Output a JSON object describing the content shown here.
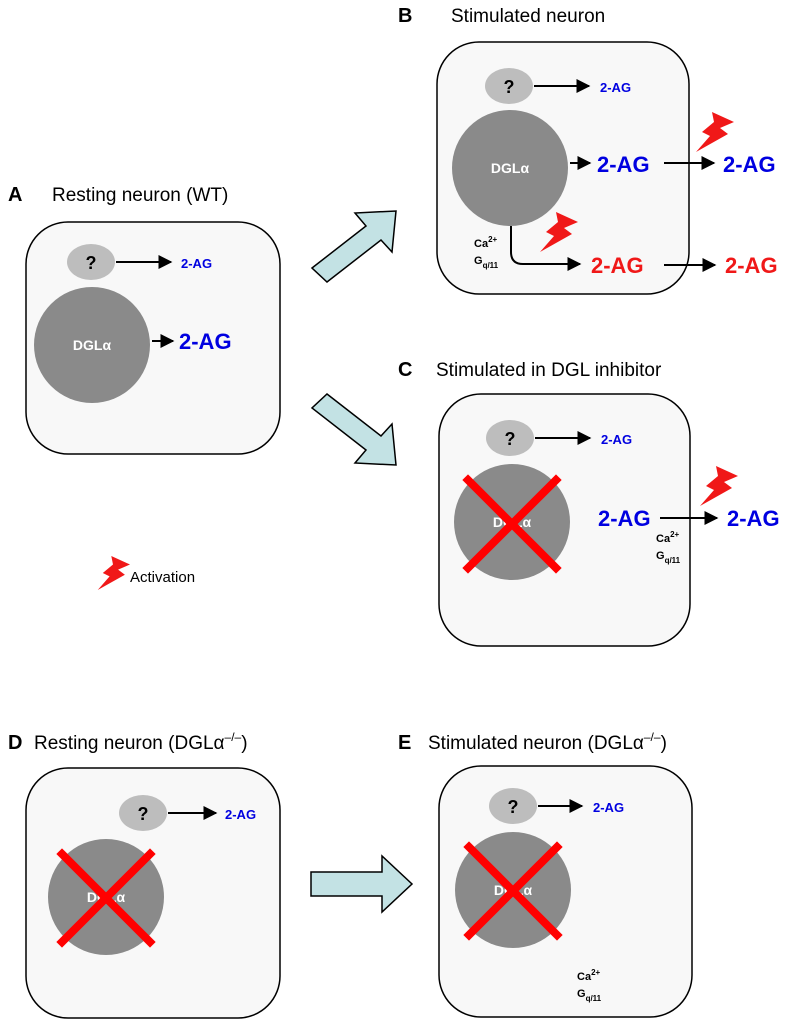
{
  "colors": {
    "box_fill": "#f8f8f8",
    "box_stroke": "#000000",
    "dgl_fill": "#8a8a8a",
    "question_fill": "#bdbdbd",
    "blue": "#0000e0",
    "red": "#f01818",
    "arrow_fill": "#c3e2e4",
    "cross": "#ff0000"
  },
  "icons": [
    "lightning-bolt-icon",
    "red-cross-icon",
    "arrow-icon"
  ],
  "panels": {
    "A": {
      "letter": "A",
      "title": "Resting neuron (WT)",
      "q": "?",
      "small_2ag": "2-AG",
      "dgl": "DGLα",
      "big_2ag": "2-AG"
    },
    "B": {
      "letter": "B",
      "title": "Stimulated neuron",
      "q": "?",
      "small_2ag": "2-AG",
      "dgl": "DGLα",
      "blue_2ag": "2-AG",
      "blue_2ag_out": "2-AG",
      "ca": "Ca",
      "ca_sup": "2+",
      "gq": "G",
      "gq_sub": "q/11",
      "red_2ag": "2-AG",
      "red_2ag_out": "2-AG"
    },
    "C": {
      "letter": "C",
      "title": "Stimulated in DGL inhibitor",
      "q": "?",
      "small_2ag": "2-AG",
      "dgl": "DGLα",
      "blue_2ag": "2-AG",
      "blue_2ag_out": "2-AG",
      "ca": "Ca",
      "ca_sup": "2+",
      "gq": "G",
      "gq_sub": "q/11"
    },
    "D": {
      "letter": "D",
      "title": "Resting neuron (DGLα",
      "title_sup": "–/–",
      "title_close": ")",
      "q": "?",
      "small_2ag": "2-AG",
      "dgl": "DGLα"
    },
    "E": {
      "letter": "E",
      "title": "Stimulated neuron (DGLα",
      "title_sup": "–/–",
      "title_close": ")",
      "q": "?",
      "small_2ag": "2-AG",
      "dgl": "DGLα",
      "ca": "Ca",
      "ca_sup": "2+",
      "gq": "G",
      "gq_sub": "q/11"
    }
  },
  "legend": {
    "activation": "Activation"
  }
}
